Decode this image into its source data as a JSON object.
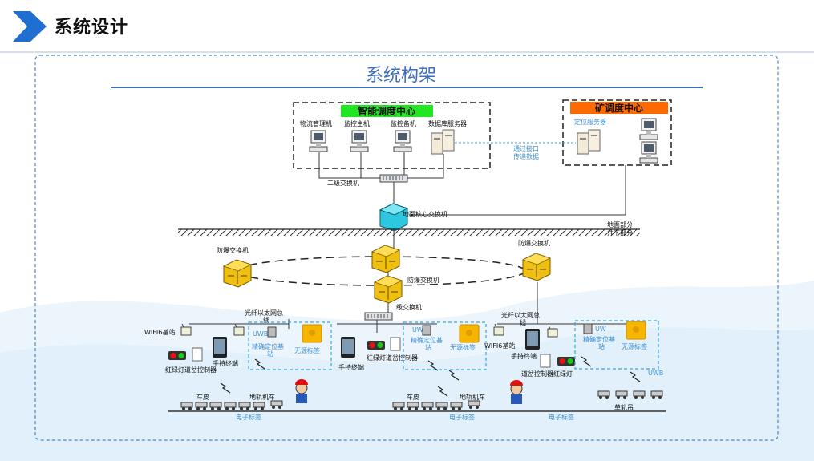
{
  "header": {
    "title": "系统设计"
  },
  "diagram": {
    "title": "系统构架",
    "dispatch_center": {
      "title": "智能调度中心",
      "title_color": "#22e622",
      "machines": [
        "物流管理机",
        "监控主机",
        "监控备机",
        "数据库服务器"
      ]
    },
    "mine_center": {
      "title": "矿调度中心",
      "title_color": "#ff6a00",
      "server": "定位服务器"
    },
    "interface_note_1": "通过接口",
    "interface_note_2": "传递数据",
    "switch_l2_top": "二级交换机",
    "core_switch": "地面核心交换机",
    "surface": "地面部分",
    "underground": "井下部分",
    "explosion_switch_left": "防爆交换机",
    "explosion_switch_center": "防爆交换机",
    "explosion_switch_right": "防爆交换机",
    "switch_l2_mid": "二级交换机",
    "fiber_left_1": "光纤以太网总",
    "fiber_left_2": "线",
    "fiber_right_1": "光纤以太网总",
    "fiber_right_2": "线",
    "wifi_left": "WIFI6基站",
    "wifi_right": "WIFI6基站",
    "uwb": "UWB",
    "uwb_short": "UW",
    "precise_station_1": "精确定位基",
    "precise_station_2": "站",
    "passive_tag": "无源标签",
    "traffic_light_controller": "红绿灯道岔控制器",
    "handheld": "手持终端",
    "switch_controller_light": "道岔控制器红绿灯",
    "mine_car": "车皮",
    "locomotive": "地轨机车",
    "electronic_tag": "电子标签",
    "monorail": "单轨吊"
  }
}
